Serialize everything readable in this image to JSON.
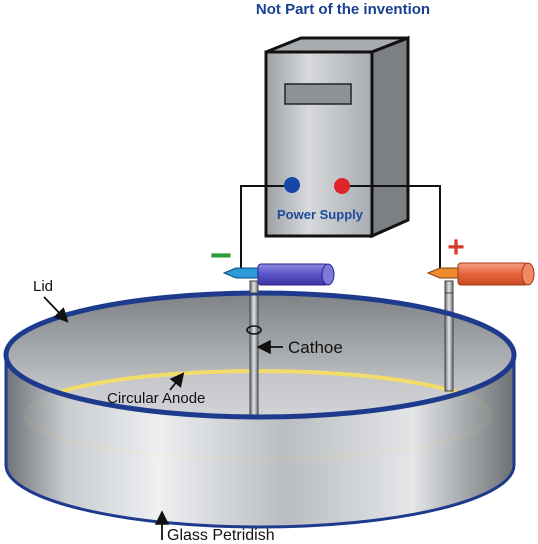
{
  "header": {
    "title": "Not Part of the invention"
  },
  "power_supply": {
    "label": "Power Supply"
  },
  "signs": {
    "negative": "−",
    "positive": "+"
  },
  "labels": {
    "lid": "Lid",
    "cathode": "Cathoe",
    "anode": "Circular Anode",
    "dish": "Glass Petridish"
  },
  "colors": {
    "title_blue": "#1a3f8f",
    "negative_green": "#2e9c3a",
    "positive_red": "#d63a2a",
    "terminal_blue": "#1846a8",
    "terminal_red": "#e0252a",
    "rim_blue": "#1e3a8c",
    "anode_yellow": "#f2dc6a"
  }
}
